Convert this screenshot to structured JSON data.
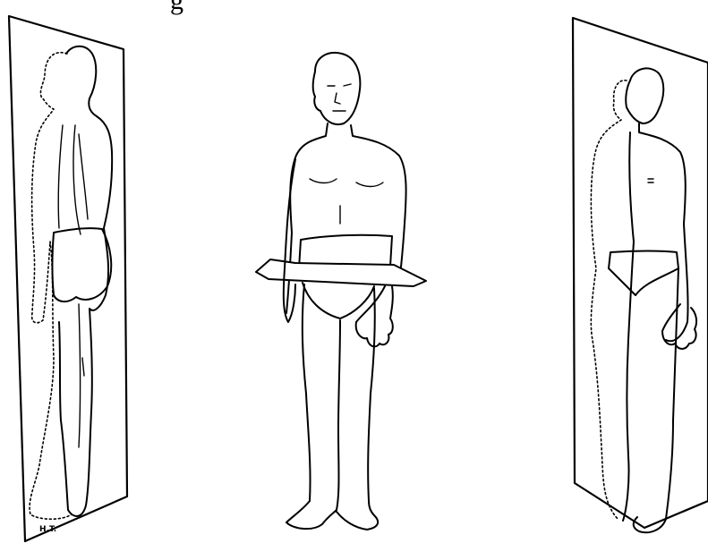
{
  "cropped_top_text": "g",
  "artist_initials": "H.T.",
  "figures": [
    {
      "panel": "left",
      "plane": "sagittal"
    },
    {
      "panel": "center",
      "plane": "transverse"
    },
    {
      "panel": "right",
      "plane": "frontal"
    }
  ]
}
